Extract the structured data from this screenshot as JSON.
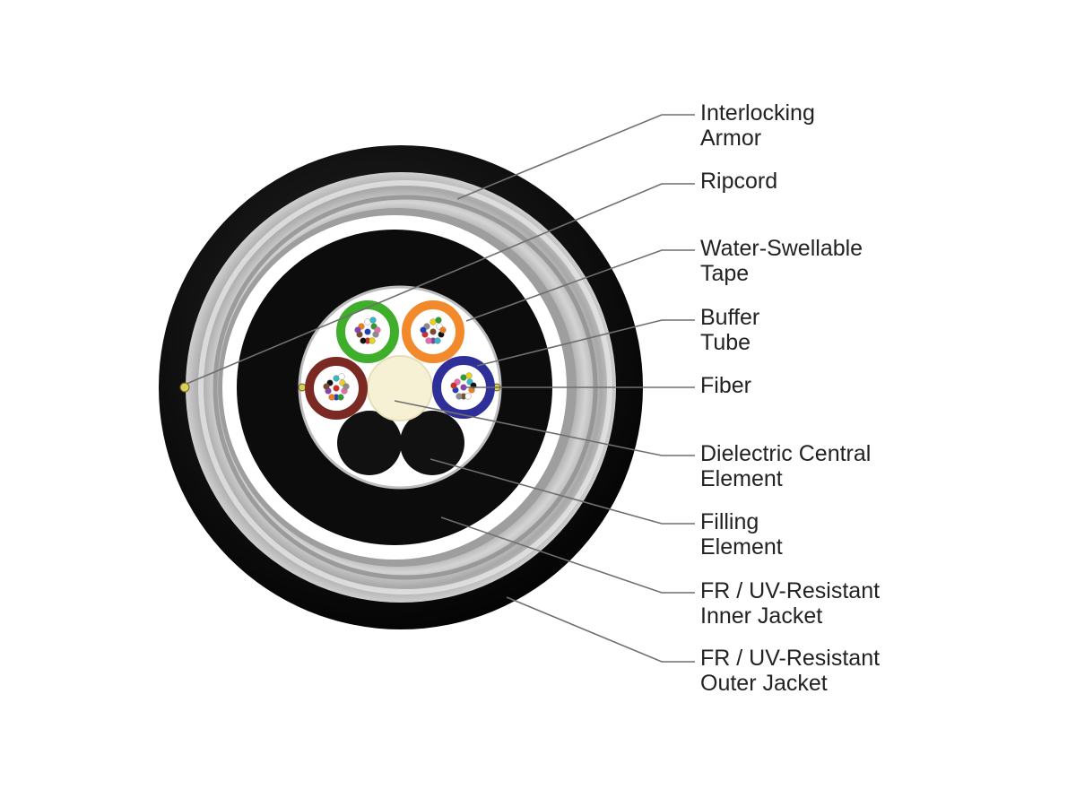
{
  "labels": [
    {
      "id": "armor",
      "line1": "Interlocking",
      "line2": "Armor"
    },
    {
      "id": "ripcord",
      "line1": "Ripcord",
      "line2": ""
    },
    {
      "id": "tape",
      "line1": "Water-Swellable",
      "line2": "Tape"
    },
    {
      "id": "buffer",
      "line1": "Buffer",
      "line2": "Tube"
    },
    {
      "id": "fiber",
      "line1": "Fiber",
      "line2": ""
    },
    {
      "id": "central",
      "line1": "Dielectric Central",
      "line2": "Element"
    },
    {
      "id": "filling",
      "line1": "Filling",
      "line2": "Element"
    },
    {
      "id": "inner",
      "line1": "FR / UV-Resistant",
      "line2": "Inner Jacket"
    },
    {
      "id": "outer",
      "line1": "FR / UV-Resistant",
      "line2": "Outer Jacket"
    }
  ],
  "colors": {
    "jacket": "#111111",
    "armor": "#b9b9b9",
    "leader": "#666666",
    "buffer_tubes": [
      "#3fae2a",
      "#f28a2b",
      "#7a2a23",
      "#2f2f9a"
    ],
    "central_element": "#f6f1d4"
  }
}
